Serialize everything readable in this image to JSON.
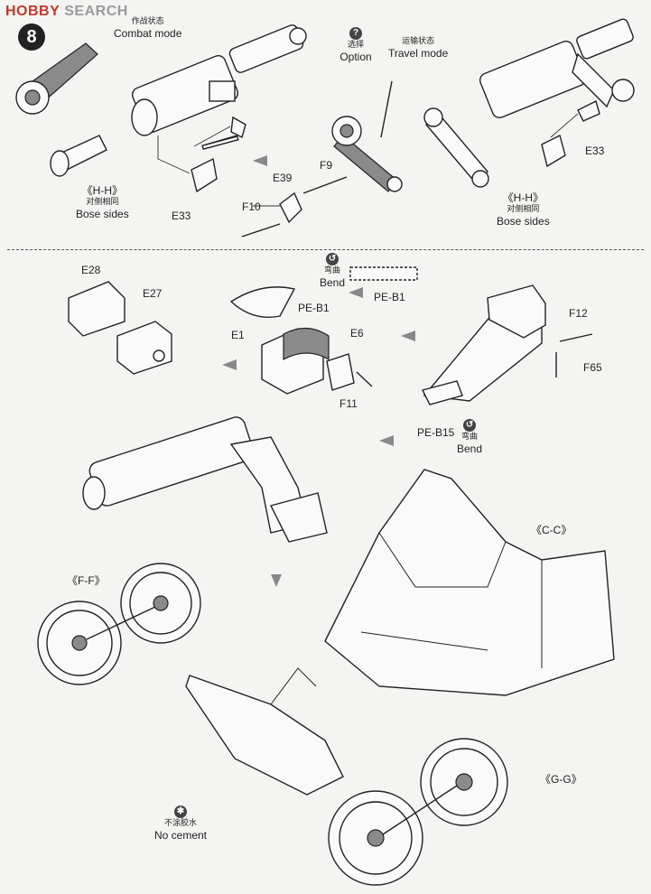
{
  "watermark": {
    "brand": "HOBBY",
    "rest": "SEARCH"
  },
  "step_number": "8",
  "top": {
    "combat_zh": "作战状态",
    "combat_en": "Combat mode",
    "option_zh": "选择",
    "option_en": "Option",
    "travel_zh": "运输状态",
    "travel_en": "Travel mode",
    "hh_left": "《H-H》",
    "hh_left_zh": "对侧相同",
    "hh_left_en": "Bose sides",
    "hh_right": "《H-H》",
    "hh_right_zh": "对侧相同",
    "hh_right_en": "Bose sides",
    "e33_left": "E33",
    "e33_right": "E33",
    "e39": "E39",
    "f9": "F9",
    "f10": "F10"
  },
  "bottom": {
    "e28": "E28",
    "e27": "E27",
    "bend1_zh": "弯曲",
    "bend1_en": "Bend",
    "pe_b1_top": "PE-B1",
    "pe_b1": "PE-B1",
    "e1": "E1",
    "e6": "E6",
    "f11": "F11",
    "f12": "F12",
    "f65": "F65",
    "pe_b15": "PE-B15",
    "bend2_zh": "弯曲",
    "bend2_en": "Bend",
    "cc": "《C-C》",
    "ff": "《F-F》",
    "gg": "《G-G》",
    "nocement_zh": "不涂胶水",
    "nocement_en": "No cement"
  },
  "icons": [
    "question-icon",
    "bend-icon",
    "no-cement-icon"
  ]
}
